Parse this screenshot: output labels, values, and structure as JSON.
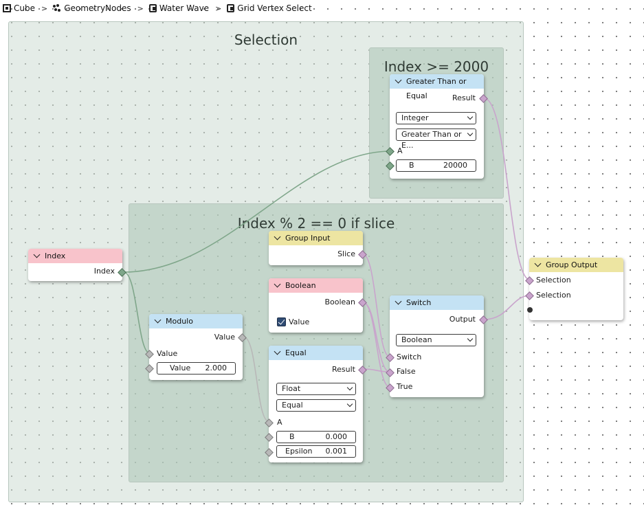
{
  "breadcrumb": [
    {
      "label": "Cube",
      "icon": "object-icon"
    },
    {
      "label": "GeometryNodes",
      "icon": "geometry-nodes-icon"
    },
    {
      "label": "Water Wave",
      "icon": "node-tree-icon"
    },
    {
      "label": "Grid Vertex Select",
      "icon": "node-tree-icon"
    }
  ],
  "frames": {
    "selection": "Selection",
    "index_ge": "Index >= 2000",
    "index_mod": "Index % 2 == 0 if slice"
  },
  "nodes": {
    "ge": {
      "title": "Greater Than or Equal",
      "output": "Result",
      "type_value": "Integer",
      "mode_value": "Greater Than or E...",
      "input_a": "A",
      "input_b_label": "B",
      "input_b_value": "20000"
    },
    "index": {
      "title": "Index",
      "output": "Index"
    },
    "modulo": {
      "title": "Modulo",
      "output": "Value",
      "input_value": "Value",
      "field_label": "Value",
      "field_value": "2.000"
    },
    "group_input": {
      "title": "Group Input",
      "output": "Slice"
    },
    "boolean": {
      "title": "Boolean",
      "output": "Boolean",
      "checkbox_label": "Value",
      "checked": true
    },
    "equal": {
      "title": "Equal",
      "output": "Result",
      "type_value": "Float",
      "mode_value": "Equal",
      "input_a": "A",
      "b_label": "B",
      "b_value": "0.000",
      "eps_label": "Epsilon",
      "eps_value": "0.001"
    },
    "switch": {
      "title": "Switch",
      "output": "Output",
      "type_value": "Boolean",
      "in_switch": "Switch",
      "in_false": "False",
      "in_true": "True"
    },
    "group_output": {
      "title": "Group Output",
      "in1": "Selection",
      "in2": "Selection"
    }
  },
  "colors": {
    "header_math": "#c4e2f4",
    "header_input": "#f8c3cb",
    "header_group": "#ede5a2",
    "frame_fill": "#dfe8e2",
    "link_bool": "#c9a4cc",
    "link_int": "#7fa68a",
    "link_float": "#b8b8b8"
  }
}
